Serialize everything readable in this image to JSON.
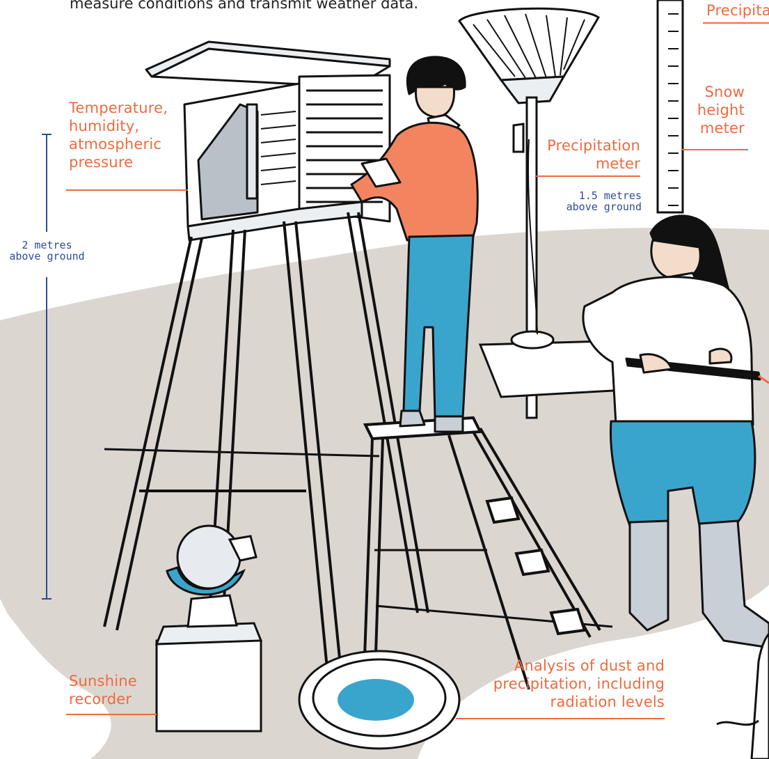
{
  "caption": "measure conditions and transmit weather data.",
  "labels": {
    "precip_partial": "Precipita",
    "temperature": [
      "Temperature,",
      "humidity,",
      "atmospheric",
      "pressure"
    ],
    "precip_meter": [
      "Precipitation",
      "meter"
    ],
    "snow": [
      "Snow",
      "height",
      "meter"
    ],
    "sunshine": [
      "Sunshine",
      "recorder"
    ],
    "dust": [
      "Analysis of dust and",
      "precipitation, including",
      "radiation levels"
    ]
  },
  "heights": {
    "station": [
      "2 metres",
      "above ground"
    ],
    "gauge": [
      "1.5 metres",
      "above ground"
    ]
  },
  "colors": {
    "label": "#ee6a3f",
    "dimension": "#2e4c94",
    "ground": "#dcd6d1",
    "jacket": "#f2855f",
    "trousers": "#3aa5cc",
    "boots": "#c8cfd6"
  }
}
